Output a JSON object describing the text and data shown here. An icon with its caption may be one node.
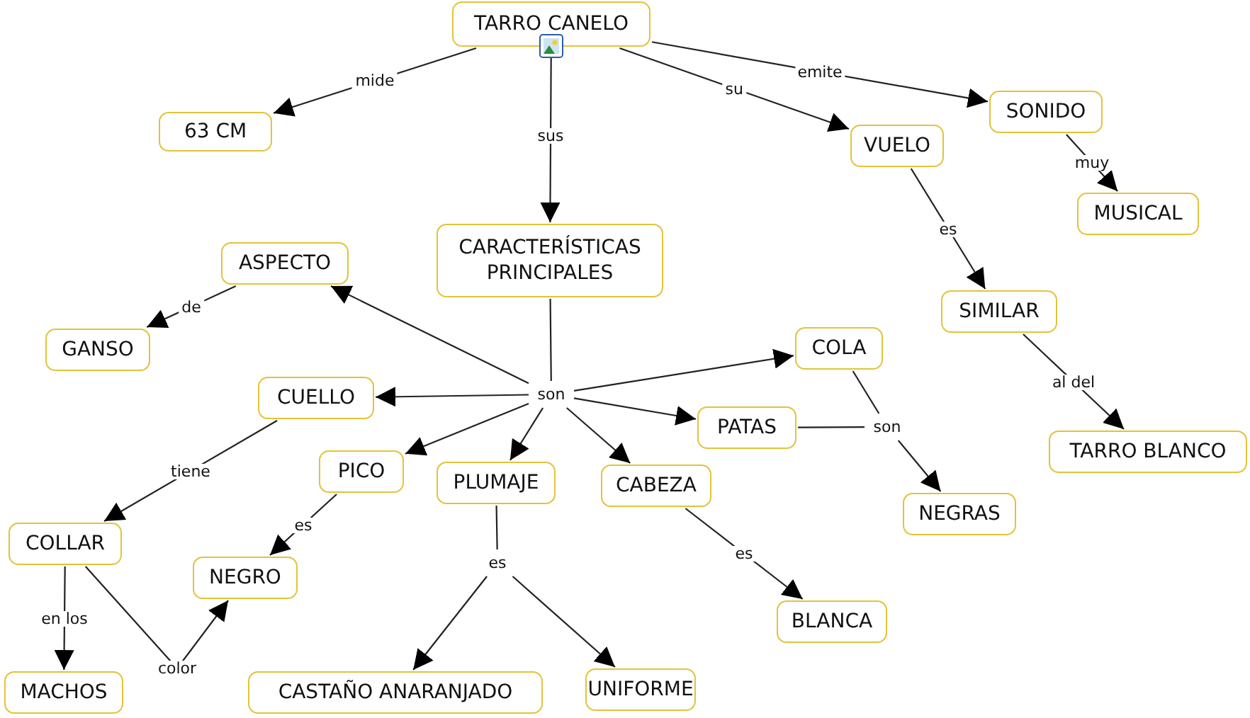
{
  "diagram": {
    "nodes": [
      {
        "text": [
          "TARRO CANELO"
        ]
      },
      {
        "text": [
          "63 CM"
        ]
      },
      {
        "text": [
          "SONIDO"
        ]
      },
      {
        "text": [
          "MUSICAL"
        ]
      },
      {
        "text": [
          "VUELO"
        ]
      },
      {
        "text": [
          "SIMILAR"
        ]
      },
      {
        "text": [
          "TARRO BLANCO"
        ]
      },
      {
        "text": [
          "CARACTERÍSTICAS PRINCIPALES"
        ]
      },
      {
        "text": [
          "son"
        ]
      },
      {
        "text": [
          "ASPECTO"
        ]
      },
      {
        "text": [
          "GANSO"
        ]
      },
      {
        "text": [
          "CUELLO"
        ]
      },
      {
        "text": [
          "COLLAR"
        ]
      },
      {
        "text": [
          "MACHOS"
        ]
      },
      {
        "text": [
          "PICO"
        ]
      },
      {
        "text": [
          "NEGRO"
        ]
      },
      {
        "text": [
          "PLUMAJE"
        ]
      },
      {
        "text": [
          "es"
        ]
      },
      {
        "text": [
          "CASTAÑO ANARANJADO"
        ]
      },
      {
        "text": [
          "UNIFORME"
        ]
      },
      {
        "text": [
          "CABEZA"
        ]
      },
      {
        "text": [
          "BLANCA"
        ]
      },
      {
        "text": [
          "COLA"
        ]
      },
      {
        "text": [
          "PATAS"
        ]
      },
      {
        "text": [
          "son"
        ]
      },
      {
        "text": [
          "NEGRAS"
        ]
      }
    ],
    "edges": [
      {
        "from": 0,
        "to": 1,
        "arrow": "to",
        "label": "mide"
      },
      {
        "from": 0,
        "to": 7,
        "arrow": "to",
        "label": "sus"
      },
      {
        "from": 0,
        "to": 4,
        "arrow": "to",
        "label": "su"
      },
      {
        "from": 0,
        "to": 2,
        "arrow": "to",
        "label": "emite"
      },
      {
        "from": 2,
        "to": 3,
        "arrow": "to",
        "label": "muy"
      },
      {
        "from": 4,
        "to": 5,
        "arrow": "to",
        "label": "es"
      },
      {
        "from": 5,
        "to": 6,
        "arrow": "to",
        "label": "al del"
      },
      {
        "from": 7,
        "to": 8,
        "arrow": "none"
      },
      {
        "from": 8,
        "to": 9,
        "arrow": "to"
      },
      {
        "from": 8,
        "to": 11,
        "arrow": "to"
      },
      {
        "from": 8,
        "to": 14,
        "arrow": "to"
      },
      {
        "from": 8,
        "to": 16,
        "arrow": "to"
      },
      {
        "from": 8,
        "to": 20,
        "arrow": "to"
      },
      {
        "from": 8,
        "to": 23,
        "arrow": "to"
      },
      {
        "from": 8,
        "to": 22,
        "arrow": "to"
      },
      {
        "from": 9,
        "to": 10,
        "arrow": "to",
        "label": "de"
      },
      {
        "from": 11,
        "to": 12,
        "arrow": "to",
        "label": "tiene"
      },
      {
        "from": 12,
        "to": 13,
        "arrow": "to",
        "label": "en los"
      },
      {
        "from": 12,
        "to": 15,
        "arrow": "to",
        "label": "color"
      },
      {
        "from": 14,
        "to": 15,
        "arrow": "to",
        "label": "es"
      },
      {
        "from": 16,
        "to": 17,
        "arrow": "none"
      },
      {
        "from": 17,
        "to": 18,
        "arrow": "to"
      },
      {
        "from": 17,
        "to": 19,
        "arrow": "to"
      },
      {
        "from": 20,
        "to": 21,
        "arrow": "to",
        "label": "es"
      },
      {
        "from": 22,
        "to": 24,
        "arrow": "none"
      },
      {
        "from": 23,
        "to": 24,
        "arrow": "none"
      },
      {
        "from": 24,
        "to": 25,
        "arrow": "to"
      }
    ]
  }
}
